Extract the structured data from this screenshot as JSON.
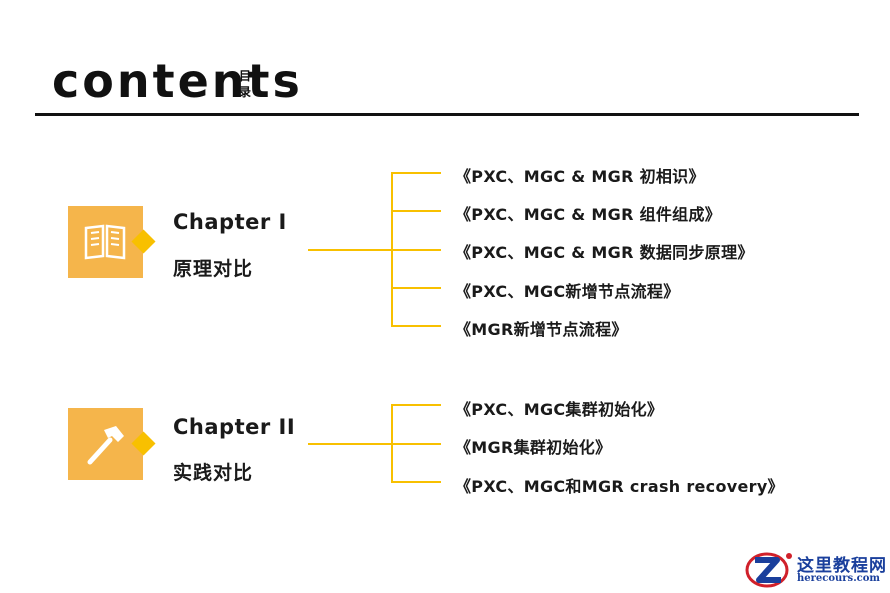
{
  "header": {
    "title": "contents",
    "subtitle_char_1": "目",
    "subtitle_char_2": "录"
  },
  "chapters": [
    {
      "label": "Chapter I",
      "subtitle": "原理对比",
      "icon": "book-icon",
      "topics": [
        "《PXC、MGC & MGR 初相识》",
        "《PXC、MGC & MGR 组件组成》",
        "《PXC、MGC & MGR 数据同步原理》",
        "《PXC、MGC新增节点流程》",
        "《MGR新增节点流程》"
      ]
    },
    {
      "label": "Chapter II",
      "subtitle": "实践对比",
      "icon": "hammer-icon",
      "topics": [
        "《PXC、MGC集群初始化》",
        "《MGR集群初始化》",
        "《PXC、MGC和MGR crash recovery》"
      ]
    }
  ],
  "watermark": {
    "name": "这里教程网",
    "url": "herecours.com"
  },
  "colors": {
    "accent": "#f5b54b",
    "line": "#f8c000",
    "text": "#1a1a1a",
    "brand": "#1a3f9c",
    "brand_red": "#d0202a"
  }
}
